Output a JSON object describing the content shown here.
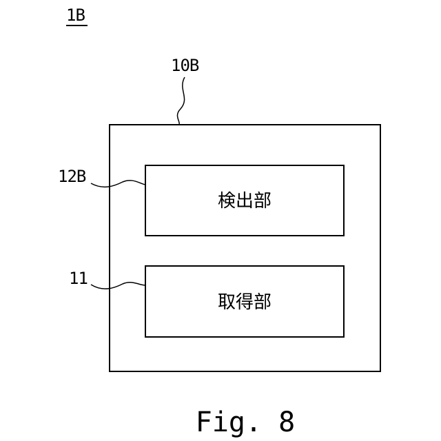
{
  "figure_ref": "1B",
  "device": {
    "ref": "10B",
    "blocks": [
      {
        "ref": "12B",
        "label": "検出部"
      },
      {
        "ref": "11",
        "label": "取得部"
      }
    ]
  },
  "caption": "Fig. 8"
}
